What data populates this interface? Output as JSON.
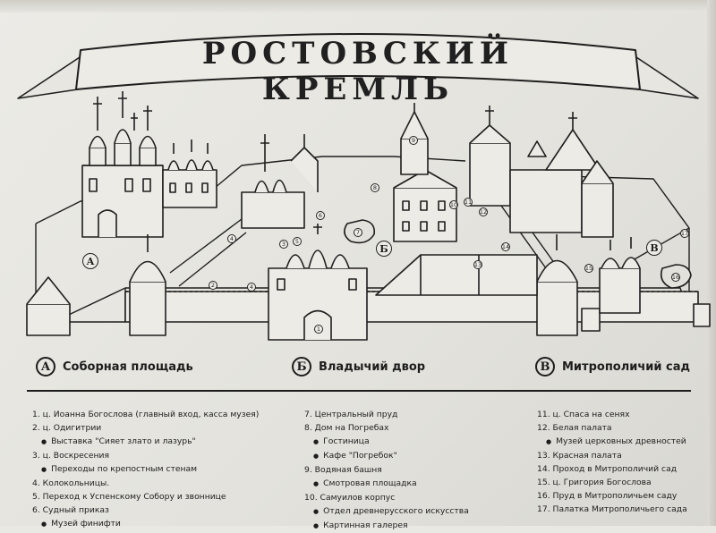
{
  "title": "РОСТОВСКИЙ КРЕМЛЬ",
  "zones": [
    {
      "letter": "А",
      "name": "Соборная площадь"
    },
    {
      "letter": "Б",
      "name": "Владычий двор"
    },
    {
      "letter": "В",
      "name": "Митрополичий сад"
    }
  ],
  "legend": {
    "col1": [
      {
        "text": "1. ц. Иоанна Богослова (главный вход, касса музея)"
      },
      {
        "text": "2. ц. Одигитрии"
      },
      {
        "text": "Выставка \"Сияет злато и лазурь\"",
        "sub": true
      },
      {
        "text": "3. ц. Воскресения"
      },
      {
        "text": "Переходы по крепостным стенам",
        "sub": true
      },
      {
        "text": "4. Колокольницы."
      },
      {
        "text": "5. Переход к Успенскому Собору и звоннице"
      },
      {
        "text": "6. Судный приказ"
      },
      {
        "text": "Музей финифти",
        "sub": true
      }
    ],
    "col2": [
      {
        "text": "7. Центральный пруд"
      },
      {
        "text": "8. Дом на Погребах"
      },
      {
        "text": "Гостиница",
        "sub": true
      },
      {
        "text": "Кафе \"Погребок\"",
        "sub": true
      },
      {
        "text": "9. Водяная башня"
      },
      {
        "text": "Смотровая площадка",
        "sub": true
      },
      {
        "text": "10. Самуилов корпус"
      },
      {
        "text": "Отдел древнерусского искусства",
        "sub": true
      },
      {
        "text": "Картинная галерея",
        "sub": true
      }
    ],
    "col3": [
      {
        "text": "11. ц. Спаса на сенях"
      },
      {
        "text": "12. Белая палата"
      },
      {
        "text": "Музей церковных древностей",
        "sub": true
      },
      {
        "text": "13. Красная палата"
      },
      {
        "text": "14. Проход в Митрополичий сад"
      },
      {
        "text": "15. ц. Григория Богослова"
      },
      {
        "text": "16. Пруд в Митрополичьем саду"
      },
      {
        "text": "17. Палатка Митрополичьего сада"
      }
    ]
  },
  "map_markers": [
    "1",
    "2",
    "3",
    "4",
    "4",
    "5",
    "6",
    "7",
    "8",
    "9",
    "10",
    "11",
    "12",
    "13",
    "14",
    "15",
    "16",
    "17"
  ],
  "area_letters": [
    "А",
    "Б",
    "В"
  ]
}
